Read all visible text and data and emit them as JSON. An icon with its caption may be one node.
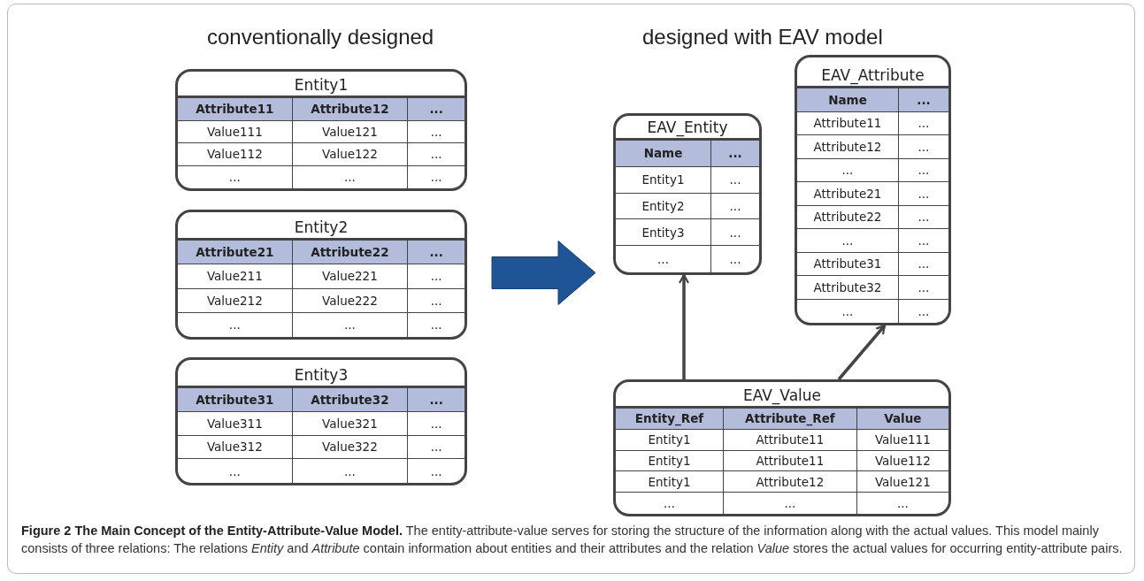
{
  "diagram": {
    "caption": "**Figure 2 The Main Concept of the Entity-Attribute-Value Model.** The entity-attribute-value serves for storing the structure of the information along with the actual values. This model mainly consists of three relations: The relations *Entity* and *Attribute* contain information about entities and their attributes and the relation *Value* stores the actual values for occurring entity-attribute pairs.",
    "nodes": [
      {
        "text": [
          "Entity1",
          "Attribute11",
          "Attribute12",
          "...",
          "Value111",
          "Value121",
          "...",
          "Value112",
          "Value122",
          "...",
          "...",
          "...",
          "..."
        ]
      },
      {
        "text": [
          "Entity2",
          "Attribute21",
          "Attribute22",
          "...",
          "Value211",
          "Value221",
          "...",
          "Value212",
          "Value222",
          "...",
          "...",
          "...",
          "..."
        ]
      },
      {
        "text": [
          "Entity3",
          "Attribute31",
          "Attribute32",
          "...",
          "Value311",
          "Value321",
          "...",
          "Value312",
          "Value322",
          "...",
          "...",
          "...",
          "..."
        ]
      },
      {
        "text": [
          "EAV_Entity",
          "Name",
          "...",
          "Entity1",
          "...",
          "Entity2",
          "...",
          "Entity3",
          "...",
          "...",
          "..."
        ]
      },
      {
        "text": [
          "EAV_Attribute",
          "Name",
          "...",
          "Attribute11",
          "...",
          "Attribute12",
          "...",
          "...",
          "...",
          "Attribute21",
          "...",
          "Attribute22",
          "...",
          "...",
          "...",
          "Attribute31",
          "...",
          "Attribute32",
          "...",
          "...",
          "..."
        ]
      },
      {
        "text": [
          "EAV_Value",
          "Entity_Ref",
          "Attribute_Ref",
          "Value",
          "Entity1",
          "Attribute11",
          "Value111",
          "Entity1",
          "Attribute11",
          "Value112",
          "Entity1",
          "Attribute12",
          "Value121",
          "...",
          "...",
          "..."
        ]
      }
    ],
    "edges": [
      {
        "from": 1,
        "to": 3,
        "arrow": "to",
        "style": "thick",
        "color": "#1f5496"
      },
      {
        "from": 5,
        "to": 3,
        "arrow": "to"
      },
      {
        "from": 5,
        "to": 4,
        "arrow": "to"
      }
    ],
    "labels": [
      "conventionally designed",
      "designed with EAV model"
    ]
  }
}
